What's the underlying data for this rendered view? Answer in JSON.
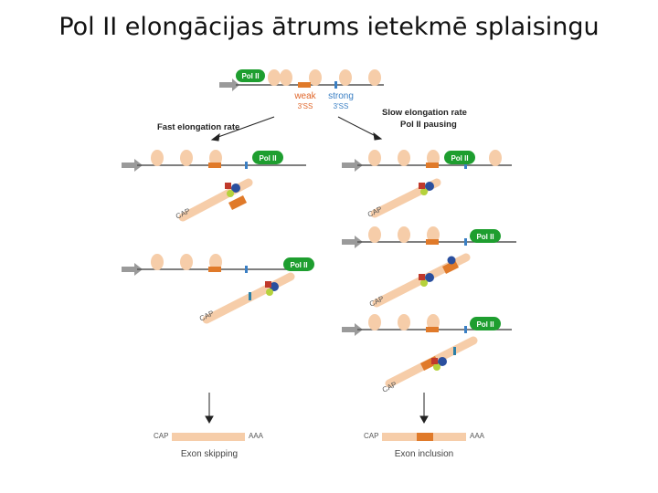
{
  "title": "Pol II elongācijas ātrums ietekmē splaisingu",
  "diagram": {
    "pol_label": "Pol II",
    "weak_site": [
      "weak",
      "3'SS"
    ],
    "strong_site": [
      "strong",
      "3'SS"
    ],
    "fast_label": "Fast elongation rate",
    "slow_label": [
      "Slow elongation rate",
      "Pol II pausing"
    ],
    "cap_label": "CAP",
    "polya_label": "AAA",
    "outcome_left": "Exon skipping",
    "outcome_right": "Exon inclusion",
    "colors": {
      "pol_ii": "#1e9e2f",
      "exon_orange": "#e07a2a",
      "transcript": "#f6cda9",
      "dna": "#555555",
      "gray_arrow": "#9a9a9a",
      "weak_text": "#e0662a",
      "strong_text": "#3a7fc4"
    }
  }
}
